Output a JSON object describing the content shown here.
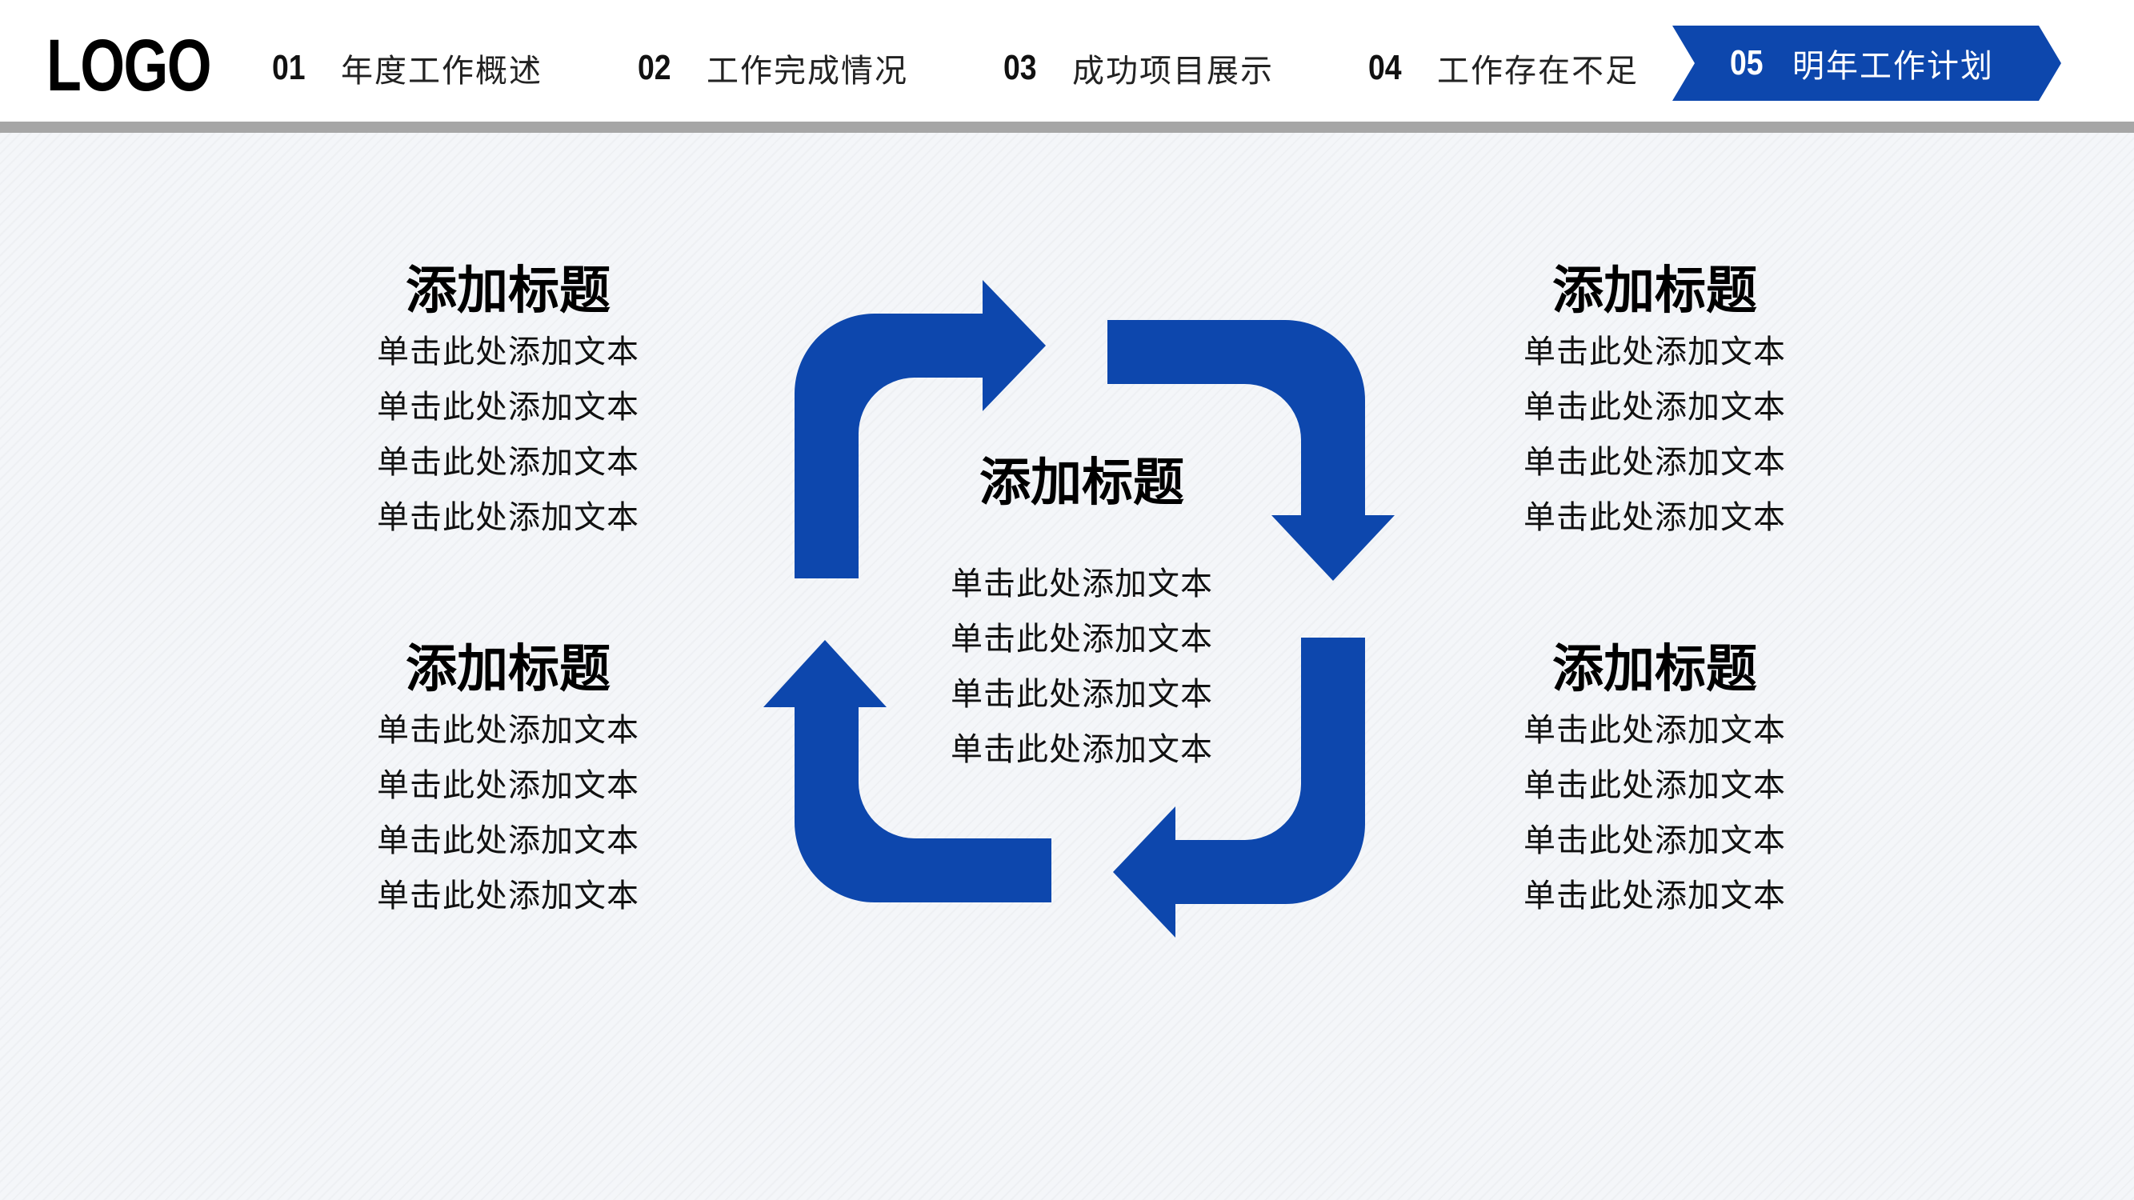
{
  "header": {
    "logo": "LOGO",
    "nav": [
      {
        "num": "01",
        "label": "年度工作概述"
      },
      {
        "num": "02",
        "label": "工作完成情况"
      },
      {
        "num": "03",
        "label": "成功项目展示"
      },
      {
        "num": "04",
        "label": "工作存在不足"
      },
      {
        "num": "05",
        "label": "明年工作计划"
      }
    ],
    "active_index": 4
  },
  "colors": {
    "accent": "#0d47ad",
    "header_rule": "#a6a6a6",
    "background": "#f4f6f9"
  },
  "center": {
    "title": "添加标题",
    "lines": [
      "单击此处添加文本",
      "单击此处添加文本",
      "单击此处添加文本",
      "单击此处添加文本"
    ]
  },
  "blocks": {
    "top_left": {
      "title": "添加标题",
      "lines": [
        "单击此处添加文本",
        "单击此处添加文本",
        "单击此处添加文本",
        "单击此处添加文本"
      ]
    },
    "bottom_left": {
      "title": "添加标题",
      "lines": [
        "单击此处添加文本",
        "单击此处添加文本",
        "单击此处添加文本",
        "单击此处添加文本"
      ]
    },
    "top_right": {
      "title": "添加标题",
      "lines": [
        "单击此处添加文本",
        "单击此处添加文本",
        "单击此处添加文本",
        "单击此处添加文本"
      ]
    },
    "bottom_right": {
      "title": "添加标题",
      "lines": [
        "单击此处添加文本",
        "单击此处添加文本",
        "单击此处添加文本",
        "单击此处添加文本"
      ]
    }
  }
}
